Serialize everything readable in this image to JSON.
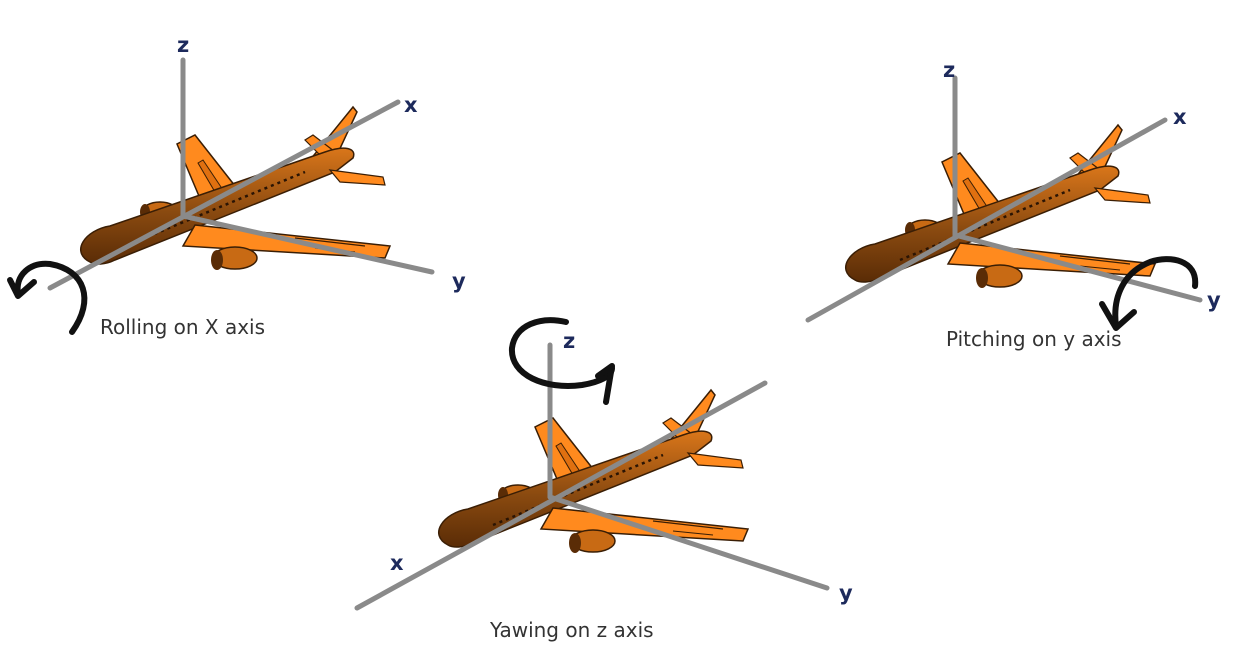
{
  "colors": {
    "axis_line": "#8a8a8a",
    "axis_letter": "#1d2a5c",
    "plane_fill": "#ff8a1e",
    "plane_body_dark": "#8a4a10",
    "plane_outline": "#3a1e05",
    "rotation_arrow": "#111111",
    "caption_text": "#333333"
  },
  "diagrams": [
    {
      "id": "roll",
      "caption": "Rolling on X axis",
      "axes": {
        "z": "z",
        "x": "x",
        "y": "y"
      }
    },
    {
      "id": "pitch",
      "caption": "Pitching on y axis",
      "axes": {
        "z": "z",
        "x": "x",
        "y": "y"
      }
    },
    {
      "id": "yaw",
      "caption": "Yawing on z axis",
      "axes": {
        "z": "z",
        "x": "x",
        "y": "y"
      }
    }
  ]
}
